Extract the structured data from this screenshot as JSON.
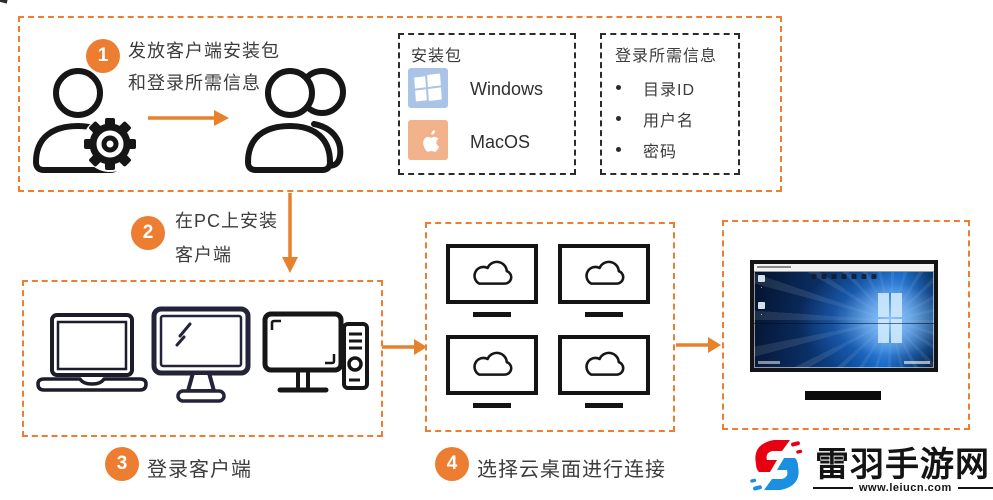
{
  "colors": {
    "accent_orange": "#ED7D31",
    "line_black": "#1a1a1a",
    "windows_tile_blue": "#A9C4E6",
    "apple_tile_salmon": "#F2B28C",
    "logo_red": "#E60012",
    "logo_blue": "#1B8FE0"
  },
  "steps": {
    "step1": {
      "num": "1",
      "line1": "发放客户端安装包",
      "line2": "和登录所需信息"
    },
    "step2": {
      "num": "2",
      "line1": "在PC上安装",
      "line2": "客户端"
    },
    "step3": {
      "num": "3",
      "label": "登录客户端"
    },
    "step4": {
      "num": "4",
      "label": "选择云桌面进行连接"
    }
  },
  "installer_box": {
    "title": "安装包",
    "items": [
      {
        "icon": "windows-logo-icon",
        "label": "Windows"
      },
      {
        "icon": "apple-logo-icon",
        "label": "MacOS"
      }
    ]
  },
  "login_info_box": {
    "title": "登录所需信息",
    "items": [
      "目录ID",
      "用户名",
      "密码"
    ]
  },
  "watermark": {
    "site_name": "雷羽手游网",
    "site_url": "www.leiucn.com"
  }
}
